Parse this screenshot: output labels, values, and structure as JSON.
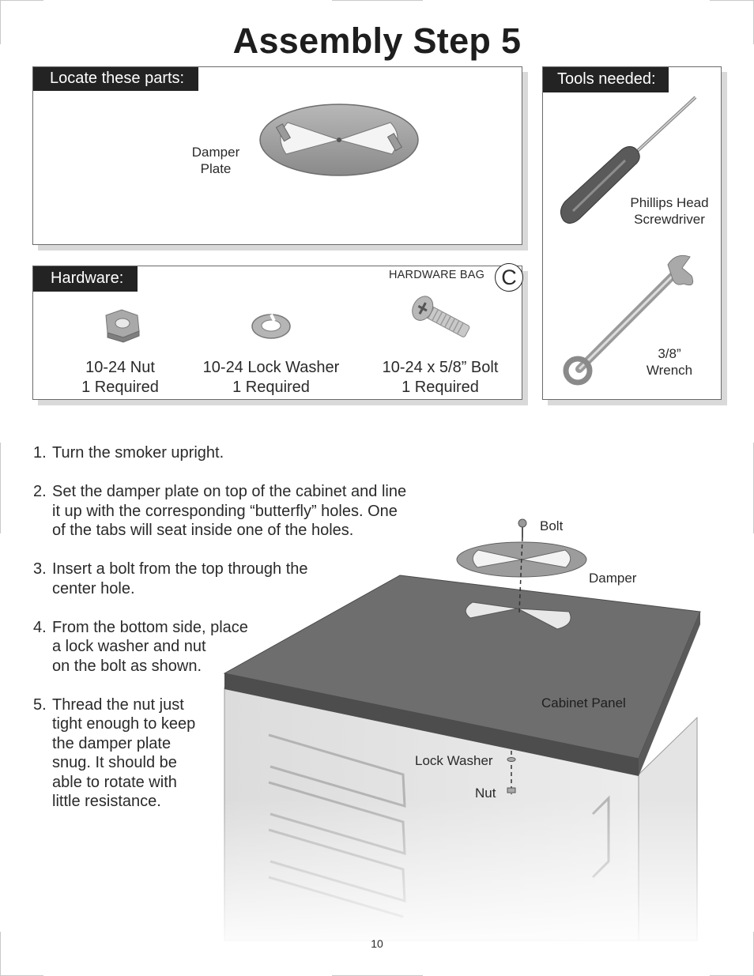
{
  "page": {
    "title": "Assembly Step 5",
    "page_number": "10"
  },
  "parts": {
    "header": "Locate these parts:",
    "damper_label_line1": "Damper",
    "damper_label_line2": "Plate"
  },
  "tools": {
    "header": "Tools needed:",
    "screwdriver_line1": "Phillips Head",
    "screwdriver_line2": "Screwdriver",
    "wrench_line1": "3/8”",
    "wrench_line2": "Wrench"
  },
  "hardware": {
    "header": "Hardware:",
    "bag_label": "HARDWARE BAG",
    "bag_letter": "C",
    "items": [
      {
        "name": "10-24 Nut",
        "qty": "1 Required"
      },
      {
        "name": "10-24 Lock Washer",
        "qty": "1 Required"
      },
      {
        "name": "10-24 x 5/8” Bolt",
        "qty": "1 Required"
      }
    ]
  },
  "instructions": [
    {
      "num": "1.",
      "lines": [
        "Turn the smoker upright."
      ]
    },
    {
      "num": "2.",
      "lines": [
        "Set the damper plate on top of the cabinet and line",
        "it up with the corresponding “butterfly” holes. One",
        "of the tabs will seat inside one of the holes."
      ]
    },
    {
      "num": "3.",
      "lines": [
        "Insert a bolt from the top through the",
        "center hole."
      ]
    },
    {
      "num": "4.",
      "lines": [
        "From the bottom side, place",
        "a lock washer and nut",
        "on the bolt as shown."
      ]
    },
    {
      "num": "5.",
      "lines": [
        "Thread the nut just",
        "tight enough to keep",
        "the damper plate",
        "snug. It should be",
        "able to rotate with",
        "little resistance."
      ]
    }
  ],
  "diagram": {
    "bolt": "Bolt",
    "damper": "Damper",
    "cabinet_panel": "Cabinet Panel",
    "lock_washer": "Lock Washer",
    "nut": "Nut"
  }
}
